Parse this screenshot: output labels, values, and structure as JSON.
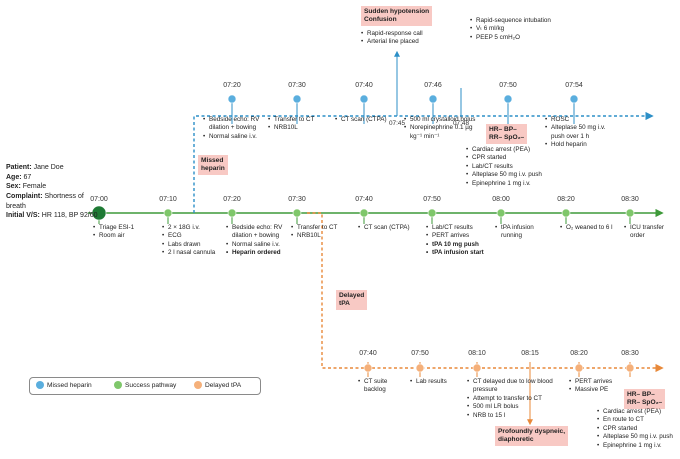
{
  "patient": {
    "name_label": "Patient:",
    "name": "Jane Doe",
    "age_label": "Age:",
    "age": "67",
    "sex_label": "Sex:",
    "sex": "Female",
    "complaint_label": "Complaint:",
    "complaint": "Shortness of breath",
    "vitals_label": "Initial V/S:",
    "vitals": "HR 118, BP 92/60"
  },
  "colors": {
    "missed": "#2c8fc7",
    "missed_dot": "#5aaede",
    "success": "#3e9a3a",
    "success_dot": "#7fc76b",
    "start_dot": "#1e7a34",
    "delayed": "#e8893a",
    "delayed_dot": "#f5b07a",
    "tag_bg": "#f8c9c4"
  },
  "legend": [
    {
      "key": "missed",
      "label": "Missed heparin"
    },
    {
      "key": "success",
      "label": "Success pathway"
    },
    {
      "key": "delayed",
      "label": "Delayed tPA"
    }
  ],
  "branch_labels": {
    "missed": [
      "Missed",
      "heparin"
    ],
    "delayed": [
      "Delayed",
      "tPA"
    ]
  },
  "success": {
    "events": [
      {
        "time": "07:00",
        "items": [
          {
            "t": "Triage ESI-1"
          },
          {
            "t": "Room air"
          }
        ]
      },
      {
        "time": "07:10",
        "items": [
          {
            "t": "2 × 18G i.v."
          },
          {
            "t": "ECG"
          },
          {
            "t": "Labs drawn"
          },
          {
            "t": "2 l nasal cannula"
          }
        ]
      },
      {
        "time": "07:20",
        "items": [
          {
            "t": "Bedside echo: RV dilation + bowing"
          },
          {
            "t": "Normal saline i.v."
          },
          {
            "t": "Heparin ordered",
            "bold": true
          }
        ]
      },
      {
        "time": "07:30",
        "items": [
          {
            "t": "Transfer to CT"
          },
          {
            "t": "NRB10L"
          }
        ]
      },
      {
        "time": "07:40",
        "items": [
          {
            "t": "CT scan (CTPA)"
          }
        ]
      },
      {
        "time": "07:50",
        "items": [
          {
            "t": "Lab/CT results"
          },
          {
            "t": "PERT arrives"
          },
          {
            "t": "tPA 10 mg push",
            "bold": true
          },
          {
            "t": "tPA infusion start",
            "bold": true
          }
        ]
      },
      {
        "time": "08:00",
        "items": [
          {
            "t": "tPA infusion running"
          }
        ]
      },
      {
        "time": "08:20",
        "items": [
          {
            "t": "O₂ weaned to 6 l"
          }
        ]
      },
      {
        "time": "08:30",
        "items": [
          {
            "t": "ICU transfer order"
          }
        ]
      }
    ]
  },
  "missed": {
    "events": [
      {
        "time": "07:20",
        "items": [
          {
            "t": "Bedside echo: RV dilation + bowing"
          },
          {
            "t": "Normal saline i.v."
          }
        ]
      },
      {
        "time": "07:30",
        "items": [
          {
            "t": "Transfer to CT"
          },
          {
            "t": "NRB10L"
          }
        ]
      },
      {
        "time": "07:40",
        "items": [
          {
            "t": "CT scan (CTPA)"
          }
        ]
      },
      {
        "time": "07:46",
        "items": [
          {
            "t": "500 ml crystalloid bolus"
          },
          {
            "t": "Norepinephrine 0.1 µg kg⁻¹ min⁻¹"
          }
        ]
      },
      {
        "time": "07:50",
        "items": [
          {
            "t": "Cardiac arrest (PEA)"
          },
          {
            "t": "CPR started"
          },
          {
            "t": "Lab/CT results"
          },
          {
            "t": "Alteplase 50 mg i.v. push"
          },
          {
            "t": "Epinephrine 1 mg i.v."
          }
        ]
      },
      {
        "time": "07:54",
        "items": [
          {
            "t": "ROSC"
          },
          {
            "t": "Alteplase 50 mg i.v. push over 1 h"
          },
          {
            "t": "Hold heparin"
          }
        ]
      }
    ],
    "mid_events": [
      {
        "time": "07:45",
        "tag": [
          "Sudden hypotension",
          "Confusion"
        ],
        "items": [
          {
            "t": "Rapid-response call"
          },
          {
            "t": "Arterial line placed"
          }
        ]
      },
      {
        "time": "07:48",
        "items": [
          {
            "t": "Rapid-sequence intubation"
          },
          {
            "t": "Vₜ 6 ml/kg"
          },
          {
            "t": "PEEP 5 cmH₂O"
          }
        ]
      }
    ],
    "arrest_tag": [
      "HR– BP–",
      "RR– SpO₂–"
    ]
  },
  "delayed": {
    "events": [
      {
        "time": "07:40",
        "items": [
          {
            "t": "CT suite backlog"
          }
        ]
      },
      {
        "time": "07:50",
        "items": [
          {
            "t": "Lab results"
          }
        ]
      },
      {
        "time": "08:10",
        "items": [
          {
            "t": "CT delayed due to low blood pressure"
          },
          {
            "t": "Attempt to transfer to CT"
          },
          {
            "t": "500 ml LR bolus"
          },
          {
            "t": "NRB to 15 l"
          }
        ]
      },
      {
        "time": "08:15",
        "tag": [
          "Profoundly dyspneic,",
          "diaphoretic"
        ]
      },
      {
        "time": "08:20",
        "items": [
          {
            "t": "PERT arrives"
          },
          {
            "t": "Massive PE"
          }
        ]
      },
      {
        "time": "08:30",
        "items": [
          {
            "t": "Cardiac arrest (PEA)"
          },
          {
            "t": "En route to CT"
          },
          {
            "t": "CPR started"
          },
          {
            "t": "Alteplase 50 mg i.v. push"
          },
          {
            "t": "Epinephrine 1 mg i.v."
          }
        ]
      }
    ],
    "arrest_tag": [
      "HR– BP–",
      "RR– SpO₂–"
    ]
  }
}
